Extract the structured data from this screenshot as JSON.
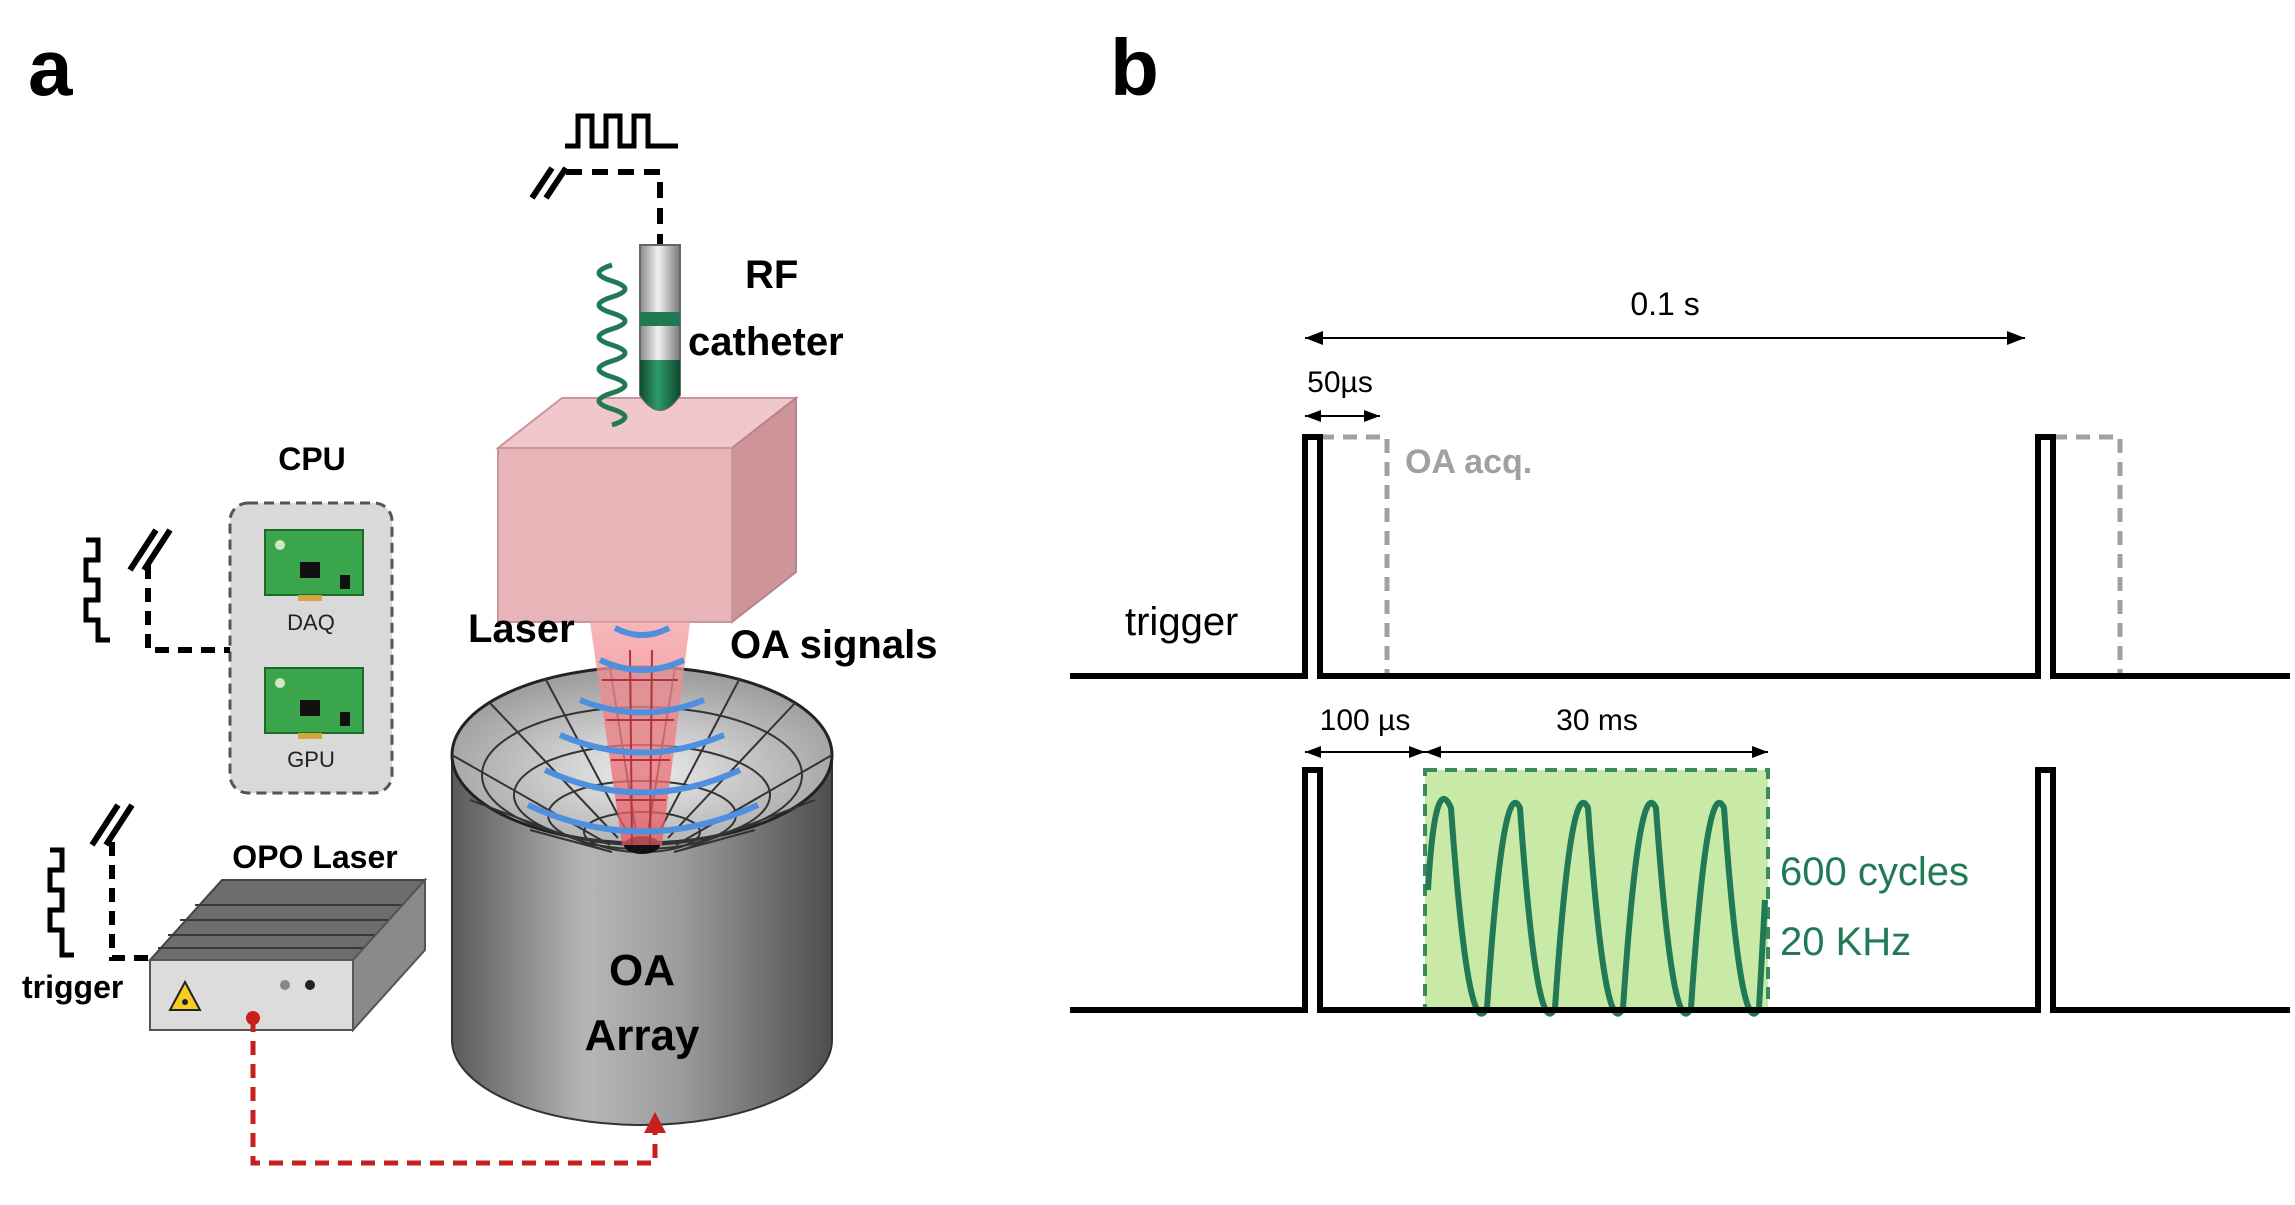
{
  "panel_a": {
    "panel_label": "a",
    "rf_catheter_label_line1": "RF",
    "rf_catheter_label_line2": "catheter",
    "cpu_label": "CPU",
    "daq_label": "DAQ",
    "gpu_label": "GPU",
    "opo_laser_label": "OPO Laser",
    "trigger_label": "trigger",
    "laser_label": "Laser",
    "oa_signals_label": "OA signals",
    "oa_array_line1": "OA",
    "oa_array_line2": "Array"
  },
  "panel_b": {
    "panel_label": "b",
    "period_label": "0.1 s",
    "pulse_width_label": "50µs",
    "oa_acq_label": "OA acq.",
    "trigger_label": "trigger",
    "delay_label": "100 µs",
    "burst_label": "30 ms",
    "cycles_label": "600 cycles",
    "frequency_label": "20 KHz"
  },
  "colors": {
    "signal": "#000000",
    "oa_acq": "#a0a0a0",
    "rf_wave": "#217a55",
    "rf_box_fill": "#c9e9a6",
    "laser_link": "#cc1a1a",
    "tissue": "#e7b4b8",
    "oa_waves": "#4f8fe0",
    "array_gray": "#8e8e8e"
  }
}
